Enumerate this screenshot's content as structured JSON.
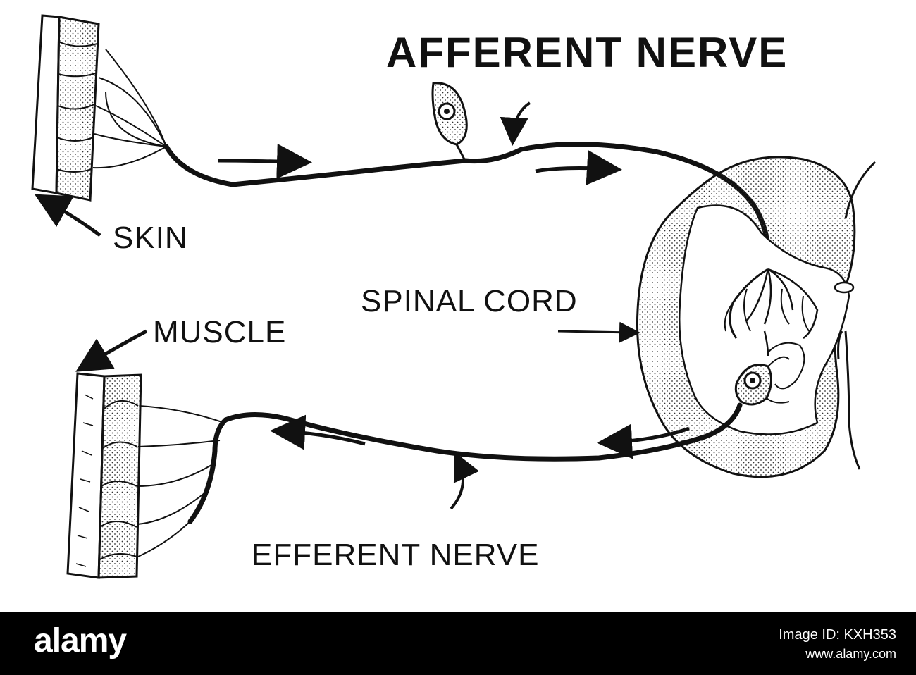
{
  "labels": {
    "afferent": "AFFERENT NERVE",
    "skin": "SKIN",
    "spinal_cord": "SPINAL CORD",
    "muscle": "MUSCLE",
    "efferent": "EFFERENT NERVE"
  },
  "footer": {
    "brand": "alamy",
    "image_id": "Image ID: KXH353",
    "site": "www.alamy.com"
  },
  "colors": {
    "ink": "#111111",
    "background": "#ffffff",
    "footer": "#000000"
  }
}
